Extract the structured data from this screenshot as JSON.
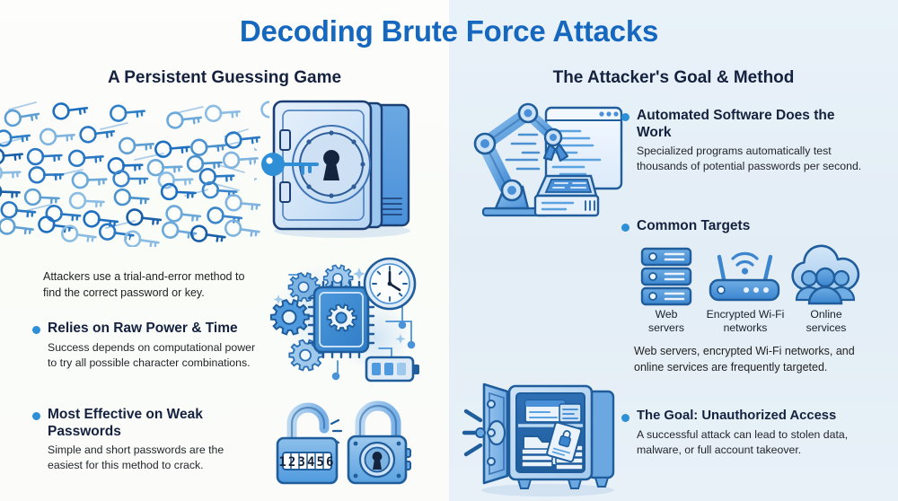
{
  "page": {
    "title": "Decoding Brute Force Attacks",
    "bg_left": "#fbfcfa",
    "bg_right": "#e6eff7",
    "title_color": "#1668bf",
    "heading_color": "#15223f",
    "bullet_color": "#2d8fd5"
  },
  "left_column": {
    "heading": "A Persistent Guessing Game",
    "intro": "Attackers use a trial-and-error method to find the correct password or key.",
    "bullets": [
      {
        "title": "Relies on Raw Power & Time",
        "body": "Success depends on computational power to try all possible character combinations."
      },
      {
        "title": "Most Effective on Weak Passwords",
        "body": "Simple and short passwords are the easiest for this method to crack."
      }
    ],
    "illustrations": [
      {
        "name": "keys-swarm-icon",
        "caption": ""
      },
      {
        "name": "safe-vault-with-key-icon",
        "caption": ""
      },
      {
        "name": "cpu-gears-clock-battery-icon",
        "caption": ""
      },
      {
        "name": "padlocks-icon",
        "caption": ""
      }
    ],
    "combination_lock_digits": "123456"
  },
  "right_column": {
    "heading": "The Attacker's Goal & Method",
    "bullets": [
      {
        "title": "Automated Software Does the Work",
        "body": "Specialized programs automatically test thousands of potential passwords per second."
      },
      {
        "title": "Common Targets",
        "body": ""
      },
      {
        "title": "The Goal: Unauthorized Access",
        "body": "A successful attack can lead to stolen data, malware, or full account takeover."
      }
    ],
    "targets": [
      {
        "icon": "server-stack-icon",
        "label_line1": "Web",
        "label_line2": "servers"
      },
      {
        "icon": "wifi-router-icon",
        "label_line1": "Encrypted Wi-Fi",
        "label_line2": "networks"
      },
      {
        "icon": "cloud-users-icon",
        "label_line1": "Online",
        "label_line2": "services"
      }
    ],
    "targets_summary": "Web servers, encrypted Wi-Fi networks, and online services are frequently targeted.",
    "illustrations": [
      {
        "name": "robot-arm-coding-icon",
        "caption": ""
      },
      {
        "name": "open-safe-documents-icon",
        "caption": ""
      }
    ]
  }
}
